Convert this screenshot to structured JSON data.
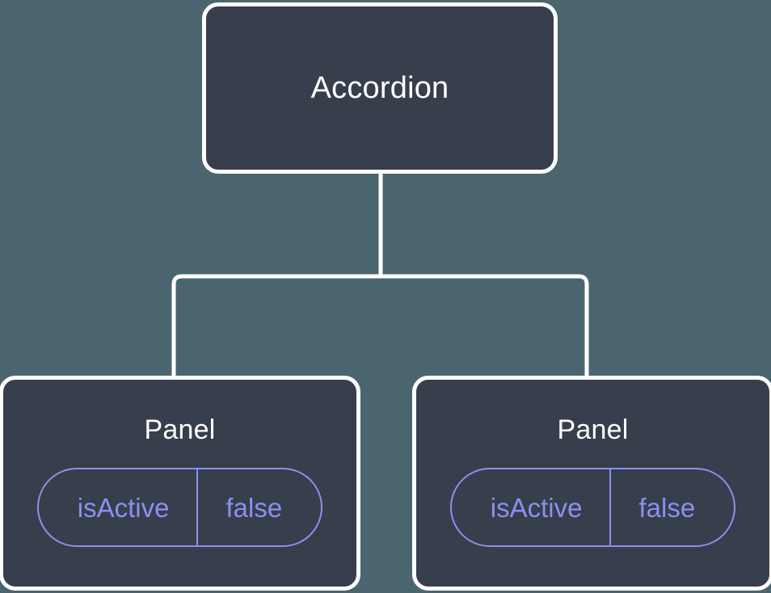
{
  "canvas": {
    "background_color": "#4b6570",
    "node_fill_color": "#373e4c",
    "node_border_color": "#ffffff",
    "connector_color": "#ffffff",
    "accent_color": "#8b90ee",
    "title_color": "#ffffff"
  },
  "tree": {
    "root": {
      "title": "Accordion"
    },
    "children": [
      {
        "title": "Panel",
        "prop_key": "isActive",
        "prop_value": "false"
      },
      {
        "title": "Panel",
        "prop_key": "isActive",
        "prop_value": "false"
      }
    ]
  }
}
